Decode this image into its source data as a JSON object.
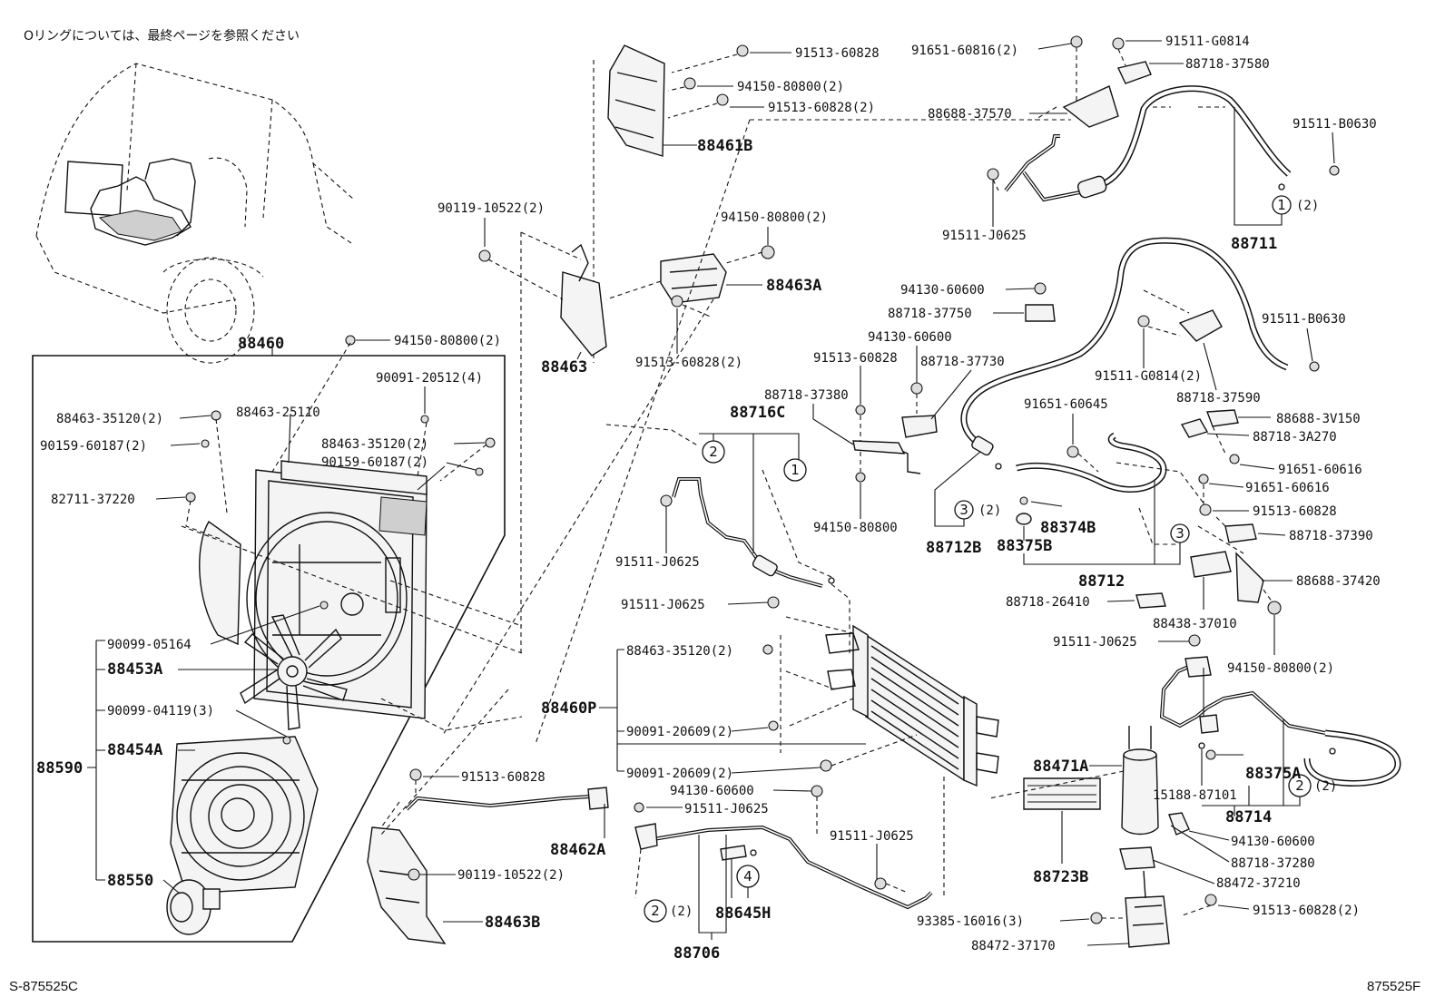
{
  "note": "Oリングについては、最終ページを参照ください",
  "footer_left": "S-875525C",
  "footer_right": "875525F",
  "callout_symbols": [
    "1",
    "2",
    "3",
    "4"
  ],
  "callout_qty": "(2)",
  "labels": {
    "p88460": "88460",
    "p94150_80800_2_a": "94150-80800(2)",
    "p88463_35120_2_a": "88463-35120(2)",
    "p88463_25110": "88463-25110",
    "p90091_20512_4": "90091-20512(4)",
    "p90159_60187_2_a": "90159-60187(2)",
    "p88463_35120_2_b": "88463-35120(2)",
    "p90159_60187_2_b": "90159-60187(2)",
    "p82711_37220": "82711-37220",
    "p90099_05164": "90099-05164",
    "p88453A": "88453A",
    "p90099_04119_3": "90099-04119(3)",
    "p88454A": "88454A",
    "p88590": "88590",
    "p88550": "88550",
    "p91513_60828_top": "91513-60828",
    "p94150_80800_2_top": "94150-80800(2)",
    "p91513_60828_2_top": "91513-60828(2)",
    "p88461B": "88461B",
    "p90119_10522_2_top": "90119-10522(2)",
    "p94150_80800_2_mid": "94150-80800(2)",
    "p88463A": "88463A",
    "p88463": "88463",
    "p91513_60828_2_mid": "91513-60828(2)",
    "p91651_60816_2": "91651-60816(2)",
    "p91511_G0814_top": "91511-G0814",
    "p88718_37580": "88718-37580",
    "p88688_37570": "88688-37570",
    "p91511_B0630_top": "91511-B0630",
    "p91511_J0625_top": "91511-J0625",
    "p88711": "88711",
    "p94130_60600_a": "94130-60600",
    "p88718_37750": "88718-37750",
    "p94130_60600_b": "94130-60600",
    "p91513_60828_m": "91513-60828",
    "p88718_37730": "88718-37730",
    "p88718_37380": "88718-37380",
    "p88716C": "88716C",
    "p94150_80800_m": "94150-80800",
    "p91511_B0630_r": "91511-B0630",
    "p91511_G0814_2": "91511-G0814(2)",
    "p88718_37590": "88718-37590",
    "p91651_60645": "91651-60645",
    "p88688_3V150": "88688-3V150",
    "p88718_3A270": "88718-3A270",
    "p91651_60616_a": "91651-60616",
    "p91651_60616_b": "91651-60616",
    "p91513_60828_r": "91513-60828",
    "p88718_37390": "88718-37390",
    "p88374B": "88374B",
    "p88712B": "88712B",
    "p88375B": "88375B",
    "p88712": "88712",
    "p88688_37420": "88688-37420",
    "p88718_26410": "88718-26410",
    "p88438_37010": "88438-37010",
    "p91511_J0625_r": "91511-J0625",
    "p94150_80800_2_r": "94150-80800(2)",
    "p91511_J0625_l": "91511-J0625",
    "p91511_J0625_l2": "91511-J0625",
    "p88463_35120_2_c": "88463-35120(2)",
    "p88460P": "88460P",
    "p90091_20609_2_a": "90091-20609(2)",
    "p90091_20609_2_b": "90091-20609(2)",
    "p91513_60828_b": "91513-60828",
    "p94130_60600_c": "94130-60600",
    "p91511_J0625_b": "91511-J0625",
    "p88462A": "88462A",
    "p90119_10522_2_b": "90119-10522(2)",
    "p88463B": "88463B",
    "p91511_J0625_b2": "91511-J0625",
    "p88645H": "88645H",
    "p88706": "88706",
    "p93385_16016_3": "93385-16016(3)",
    "p88472_37170": "88472-37170",
    "p88471A": "88471A",
    "p88723B": "88723B",
    "p88375A": "88375A",
    "p15188_87101": "15188-87101",
    "p88714": "88714",
    "p94130_60600_d": "94130-60600",
    "p88718_37280": "88718-37280",
    "p88472_37210": "88472-37210",
    "p91513_60828_2_b": "91513-60828(2)"
  }
}
